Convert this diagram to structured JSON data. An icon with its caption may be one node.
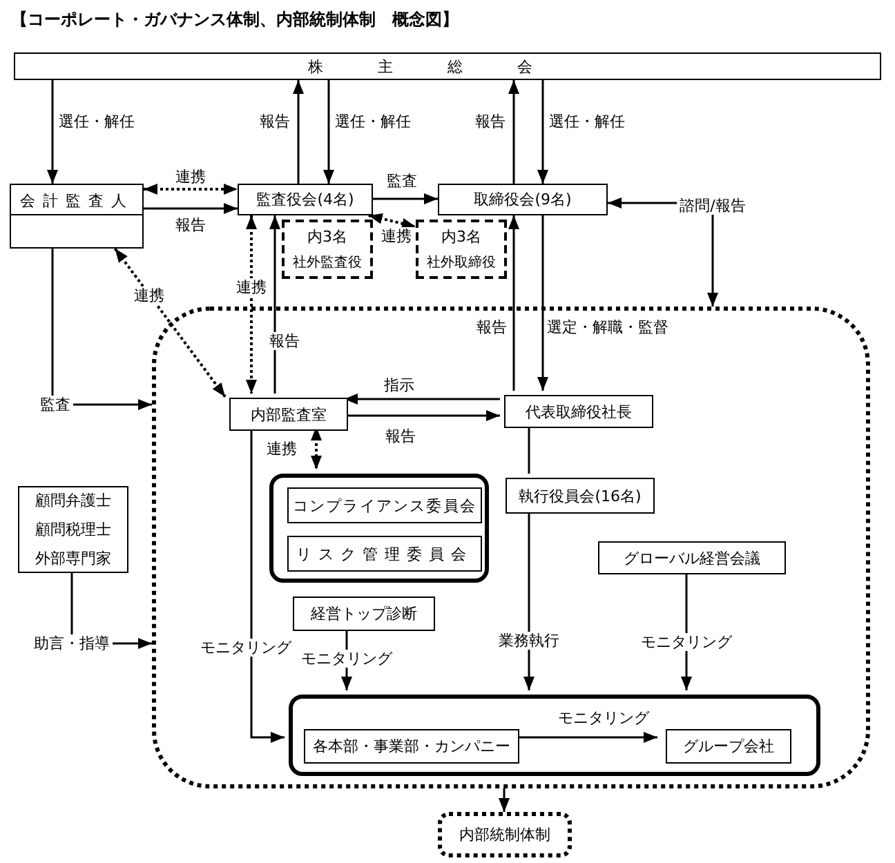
{
  "diagram": {
    "title": "【コーポレート・ガバナンス体制、内部統制体制　概念図】",
    "nodes": [
      {
        "text": [
          "株主総会"
        ]
      },
      {
        "text": [
          "会計監査人"
        ]
      },
      {
        "text": [
          "監査役会(4名)"
        ]
      },
      {
        "text": [
          "内3名",
          "社外監査役"
        ]
      },
      {
        "text": [
          "取締役会(9名)"
        ]
      },
      {
        "text": [
          "内3名",
          "社外取締役"
        ]
      },
      {
        "text": [],
        "shape": "box"
      },
      {
        "text": [
          "内部監査室"
        ],
        "in": 6
      },
      {
        "text": [
          "代表取締役社長"
        ],
        "in": 6
      },
      {
        "text": [],
        "shape": "box",
        "in": 6
      },
      {
        "text": [
          "コンプライアンス委員会"
        ],
        "in": 9
      },
      {
        "text": [
          "リスク管理委員会"
        ],
        "in": 9
      },
      {
        "text": [
          "執行役員会(16名)"
        ],
        "in": 6
      },
      {
        "text": [
          "グローバル経営会議"
        ],
        "in": 6
      },
      {
        "text": [
          "経営トップ診断"
        ],
        "in": 6
      },
      {
        "text": [],
        "shape": "box",
        "in": 6
      },
      {
        "text": [
          "各本部・事業部・カンパニー"
        ],
        "in": 15
      },
      {
        "text": [
          "グループ会社"
        ],
        "in": 15
      },
      {
        "text": [
          "内部統制体制"
        ]
      },
      {
        "text": [
          "顧問弁護士",
          "顧問税理士",
          "外部専門家"
        ]
      }
    ],
    "edges": [
      {
        "from": 0,
        "to": 1,
        "arrow": "to",
        "label": "選任・解任"
      },
      {
        "from": 2,
        "to": 0,
        "arrow": "to",
        "label": "報告"
      },
      {
        "from": 0,
        "to": 2,
        "arrow": "to",
        "label": "選任・解任"
      },
      {
        "from": 4,
        "to": 0,
        "arrow": "to",
        "label": "報告"
      },
      {
        "from": 0,
        "to": 4,
        "arrow": "to",
        "label": "選任・解任"
      },
      {
        "from": 1,
        "to": 2,
        "arrow": "both",
        "label": "連携",
        "style": "dashed"
      },
      {
        "from": 1,
        "to": 2,
        "arrow": "to",
        "label": "報告"
      },
      {
        "from": 2,
        "to": 4,
        "arrow": "to",
        "label": "監査"
      },
      {
        "from": 2,
        "to": 5,
        "arrow": "both",
        "label": "連携",
        "style": "dashed"
      },
      {
        "from": 6,
        "to": 4,
        "arrow": "both",
        "label": "諮問/報告"
      },
      {
        "from": 1,
        "to": 7,
        "arrow": "both",
        "label": "連携",
        "style": "dashed"
      },
      {
        "from": 2,
        "to": 7,
        "arrow": "both",
        "label": "連携",
        "style": "dashed"
      },
      {
        "from": 7,
        "to": 2,
        "arrow": "to",
        "label": "報告"
      },
      {
        "from": 8,
        "to": 4,
        "arrow": "to",
        "label": "報告"
      },
      {
        "from": 4,
        "to": 8,
        "arrow": "to",
        "label": "選定・解職・監督"
      },
      {
        "from": 8,
        "to": 7,
        "arrow": "to",
        "label": "指示"
      },
      {
        "from": 7,
        "to": 8,
        "arrow": "to",
        "label": "報告"
      },
      {
        "from": 7,
        "to": 9,
        "arrow": "both",
        "label": "連携",
        "style": "dashed"
      },
      {
        "from": 8,
        "to": 12,
        "arrow": "none"
      },
      {
        "from": 12,
        "to": 15,
        "arrow": "to",
        "label": "業務執行"
      },
      {
        "from": 14,
        "to": 15,
        "arrow": "to",
        "label": "モニタリング"
      },
      {
        "from": 13,
        "to": 15,
        "arrow": "to",
        "label": "モニタリング"
      },
      {
        "from": 16,
        "to": 17,
        "arrow": "to",
        "label": "モニタリング"
      },
      {
        "from": 7,
        "to": 15,
        "arrow": "to",
        "label": "モニタリング"
      },
      {
        "from": 1,
        "to": 6,
        "arrow": "to",
        "label": "監査"
      },
      {
        "from": 19,
        "to": 6,
        "arrow": "to",
        "label": "助言・指導"
      },
      {
        "from": 6,
        "to": 18,
        "arrow": "to"
      }
    ]
  }
}
